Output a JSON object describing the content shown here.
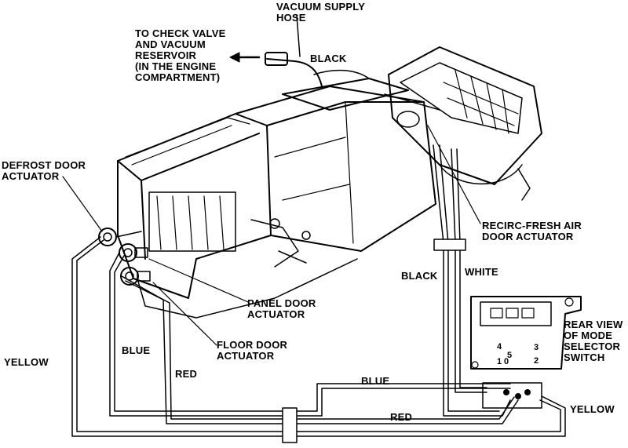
{
  "labels": {
    "vacuum_supply_hose": "VACUUM SUPPLY\nHOSE",
    "to_check_valve": "TO CHECK VALVE\nAND VACUUM\nRESERVOIR\n(IN THE ENGINE\nCOMPARTMENT)",
    "black_top": "BLACK",
    "defrost_door_actuator": "DEFROST DOOR\nACTUATOR",
    "recirc_fresh_air": "RECIRC-FRESH AIR\nDOOR ACTUATOR",
    "black_right": "BLACK",
    "white_right": "WHITE",
    "panel_door_actuator": "PANEL DOOR\nACTUATOR",
    "floor_door_actuator": "FLOOR DOOR\nACTUATOR",
    "rear_view_mode_selector": "REAR VIEW\nOF MODE\nSELECTOR\nSWITCH",
    "yellow_left": "YELLOW",
    "blue_left": "BLUE",
    "red_mid": "RED",
    "blue_bottom": "BLUE",
    "red_bottom": "RED",
    "yellow_right": "YELLOW"
  },
  "switch_ports": {
    "p4": "4",
    "p5": "5",
    "p1": "1",
    "p0": "0",
    "p3": "3",
    "p2": "2"
  },
  "colors": {
    "line": "#000000",
    "background": "#ffffff"
  }
}
